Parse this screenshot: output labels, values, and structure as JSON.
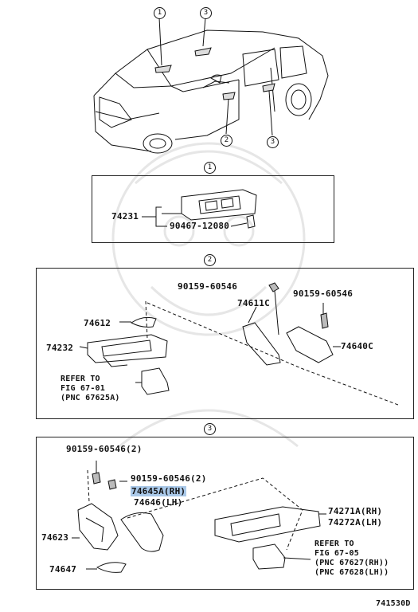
{
  "diagram_id": "741530D",
  "car_callouts": [
    "1",
    "3",
    "2",
    "3"
  ],
  "section1": {
    "marker": "1",
    "parts": {
      "p74231": "74231",
      "p90467": "90467-12080"
    }
  },
  "section2": {
    "marker": "2",
    "parts": {
      "bolt_top": "90159-60546",
      "bolt_right": "90159-60546",
      "p74611c": "74611C",
      "p74612": "74612",
      "p74232": "74232",
      "p74640c": "74640C"
    },
    "refer": [
      "REFER TO",
      "FIG 67-01",
      "(PNC 67625A)"
    ]
  },
  "section3": {
    "marker": "3",
    "parts": {
      "bolt_a": "90159-60546(2)",
      "bolt_b": "90159-60546(2)",
      "p74645a": "74645A(RH)",
      "p74646": "74646(LH)",
      "p74623": "74623",
      "p74647": "74647",
      "p74271a": "74271A(RH)",
      "p74272a": "74272A(LH)"
    },
    "refer": [
      "REFER TO",
      "FIG 67-05",
      "(PNC 67627(RH))",
      "(PNC 67628(LH))"
    ]
  },
  "colors": {
    "line": "#111111",
    "highlight": "#a9c8e8",
    "watermark": "#e6e6e6"
  }
}
